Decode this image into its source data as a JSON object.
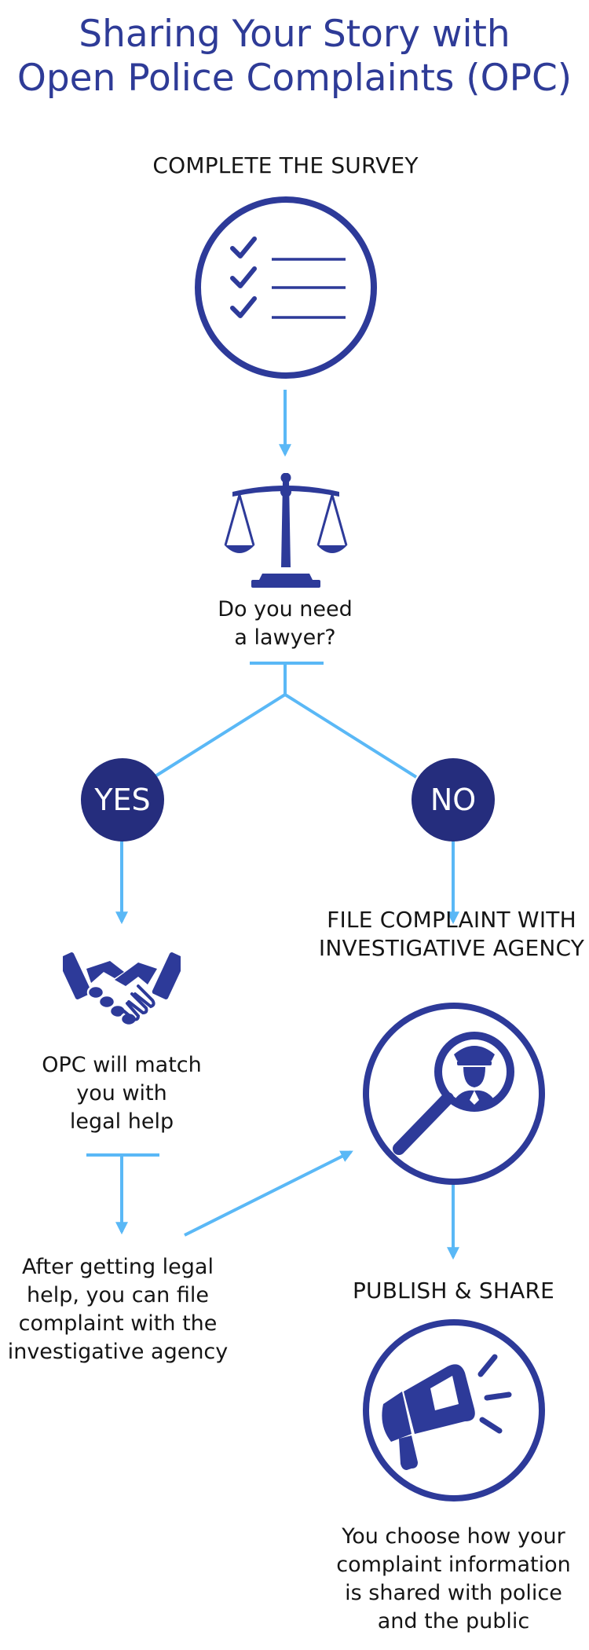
{
  "title": {
    "line1": "Sharing Your Story with",
    "line2": "Open Police Complaints (OPC)"
  },
  "colors": {
    "title": "#2e3b97",
    "icon": "#2d3a99",
    "circle_badge": "#252d7d",
    "connector": "#5ab8f6",
    "text": "#151515"
  },
  "steps": {
    "survey": {
      "heading": "COMPLETE THE SURVEY",
      "icon": "checklist-icon"
    },
    "lawyer": {
      "line1": "Do you need",
      "line2": "a lawyer?",
      "icon": "scales-of-justice-icon"
    },
    "yes": {
      "label": "YES"
    },
    "no": {
      "label": "NO"
    },
    "match": {
      "line1": "OPC will match",
      "line2": "you with",
      "line3": "legal help",
      "icon": "handshake-icon"
    },
    "after_help": {
      "line1": "After getting legal",
      "line2": "help, you can file",
      "line3": "complaint with the",
      "line4": "investigative agency"
    },
    "file": {
      "line1": "FILE COMPLAINT WITH",
      "line2": "INVESTIGATIVE AGENCY",
      "icon": "police-officer-magnifier-icon"
    },
    "publish": {
      "heading": "PUBLISH & SHARE",
      "icon": "megaphone-icon"
    },
    "choose": {
      "line1": "You choose how your",
      "line2": "complaint information",
      "line3": "is shared with police",
      "line4": "and the public"
    }
  }
}
